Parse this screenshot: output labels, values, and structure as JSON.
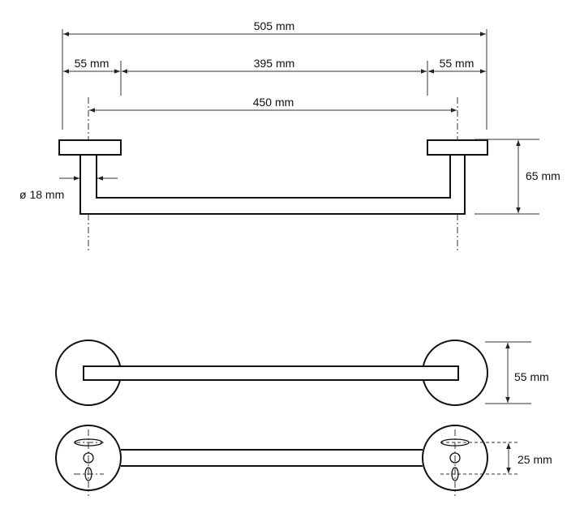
{
  "dimensions": {
    "overall_width": "505 mm",
    "left_flange": "55 mm",
    "bar_span": "395 mm",
    "right_flange": "55 mm",
    "center_distance": "450 mm",
    "tube_diameter": "ø 18 mm",
    "projection": "65 mm",
    "flange_diameter": "55 mm",
    "hole_spacing": "25 mm"
  },
  "colors": {
    "line": "#111111",
    "background": "#ffffff"
  }
}
